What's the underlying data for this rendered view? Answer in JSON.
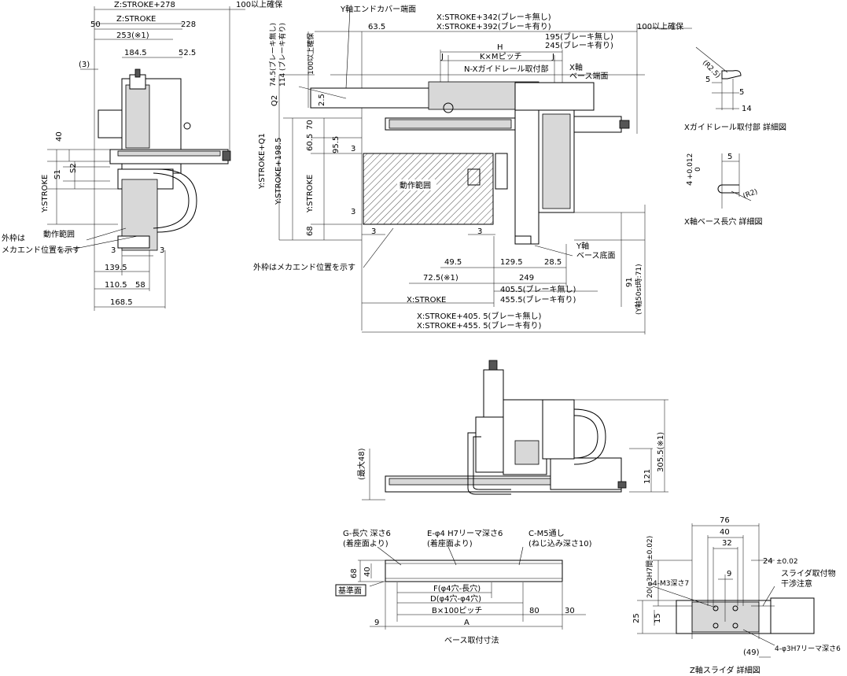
{
  "labels": {
    "z_stroke_278": "Z:STROKE+278",
    "z_stroke": "Z:STROKE",
    "clearance_100_a": "100以上確保",
    "d50": "50",
    "d253": "253(※1)",
    "d228": "228",
    "d184_5": "184.5",
    "d52_5": "52.5",
    "d3_paren": "(3)",
    "d40_left": "40",
    "s1": "S1",
    "s2": "S2",
    "y_stroke_left": "Y:STROKE",
    "outer_frame_left_1": "外枠は",
    "outer_frame_left_2": "メカエンド位置を示す",
    "motion_range_left": "動作範囲",
    "d3_a": "3",
    "d3_b": "3",
    "d139_5": "139.5",
    "d110_5": "110.5",
    "d58": "58",
    "d168_5": "168.5",
    "y_end_cover": "Y軸エンドカバー端面",
    "x_stroke_342": "X:STROKE+342(ブレーキ無し)",
    "x_stroke_392": "X:STROKE+392(ブレーキ有り)",
    "clearance_100_b": "100以上確保",
    "d63_5": "63.5",
    "d195": "195(ブレーキ無し)",
    "d245": "245(ブレーキ有り)",
    "h": "H",
    "j_left": "J",
    "kxm": "K×Mピッチ",
    "j_right": "J",
    "n_guide": "N-Xガイドレール取付部",
    "x_axis": "X軸",
    "base_end": "ベース端面",
    "d74_5": "74.5(ブレーキ無し)",
    "d114": "114 (ブレーキ有り)",
    "clearance_100_c": "100以上確保",
    "q2": "Q2",
    "d2_5": "2.5",
    "d70": "70",
    "d60_5": "60.5",
    "d95_5": "95.5",
    "y_stroke_q1": "Y:STROKE+Q1",
    "y_stroke_198": "Y:STROKE+198.5",
    "y_stroke_mid": "Y:STROKE",
    "d3_c": "3",
    "d3_d": "3",
    "d68": "68",
    "motion_range_center": "動作範囲",
    "d3_e": "3",
    "d3_f": "3",
    "outer_frame_center": "外枠はメカエンド位置を示す",
    "y_axis": "Y軸",
    "base_bottom": "ベース底面",
    "d49_5": "49.5",
    "d129_5": "129.5",
    "d28_5": "28.5",
    "d72_5": "72.5(※1)",
    "d249": "249",
    "d91": "91",
    "y50st": "(Y軸50st時:71)",
    "x_stroke_bottom": "X:STROKE",
    "d405_5": "405.5(ブレーキ無し)",
    "d455_5": "455.5(ブレーキ有り)",
    "x_stroke_405": "X:STROKE+405. 5(ブレーキ無し)",
    "x_stroke_455": "X:STROKE+455. 5(ブレーキ有り)",
    "r2_5": "(R2.5)",
    "d5_a": "5",
    "d5_b": "5",
    "d14": "14",
    "x_guide_detail": "Xガイドレール取付部 詳細図",
    "tol_plus": "+0.012",
    "tol_zero": "0",
    "d4": "4",
    "d5_c": "5",
    "r2": "(R2)",
    "x_base_slot_detail": "X軸ベース長穴 詳細図",
    "max48": "(最大48)",
    "d121": "121",
    "d305_5": "305.5(※1)",
    "g_slot_1": "G-長穴 深さ6",
    "g_slot_2": "(着座面より)",
    "e_hole_1": "E-φ4 H7リーマ深さ6",
    "e_hole_2": "(着座面より)",
    "c_m5_1": "C-M5通し",
    "c_m5_2": "(ねじ込み深さ10)",
    "d68_b": "68",
    "d40_b": "40",
    "reference_face": "基準面",
    "f_label": "F(φ4穴-長穴)",
    "d_label": "D(φ4穴-φ4穴)",
    "b_pitch": "B×100ピッチ",
    "d80": "80",
    "d30": "30",
    "d9_b": "9",
    "a_label": "A",
    "base_mount": "ベース取付寸法",
    "d76": "76",
    "d40_c": "40",
    "d32": "32",
    "d9_c": "9",
    "d24": "24",
    "tol_002": "±0.02",
    "phi3h7": "20(φ3H7間±0.02)",
    "m3": "4-M3深さ7",
    "slider_note_1": "スライダ取付物",
    "slider_note_2": "干渉注意",
    "d25": "25",
    "d15": "15",
    "d49_b": "(49)",
    "phi3_ream": "4-φ3H7リーマ深さ6",
    "z_slider_detail": "Z軸スライダ 詳細図"
  }
}
